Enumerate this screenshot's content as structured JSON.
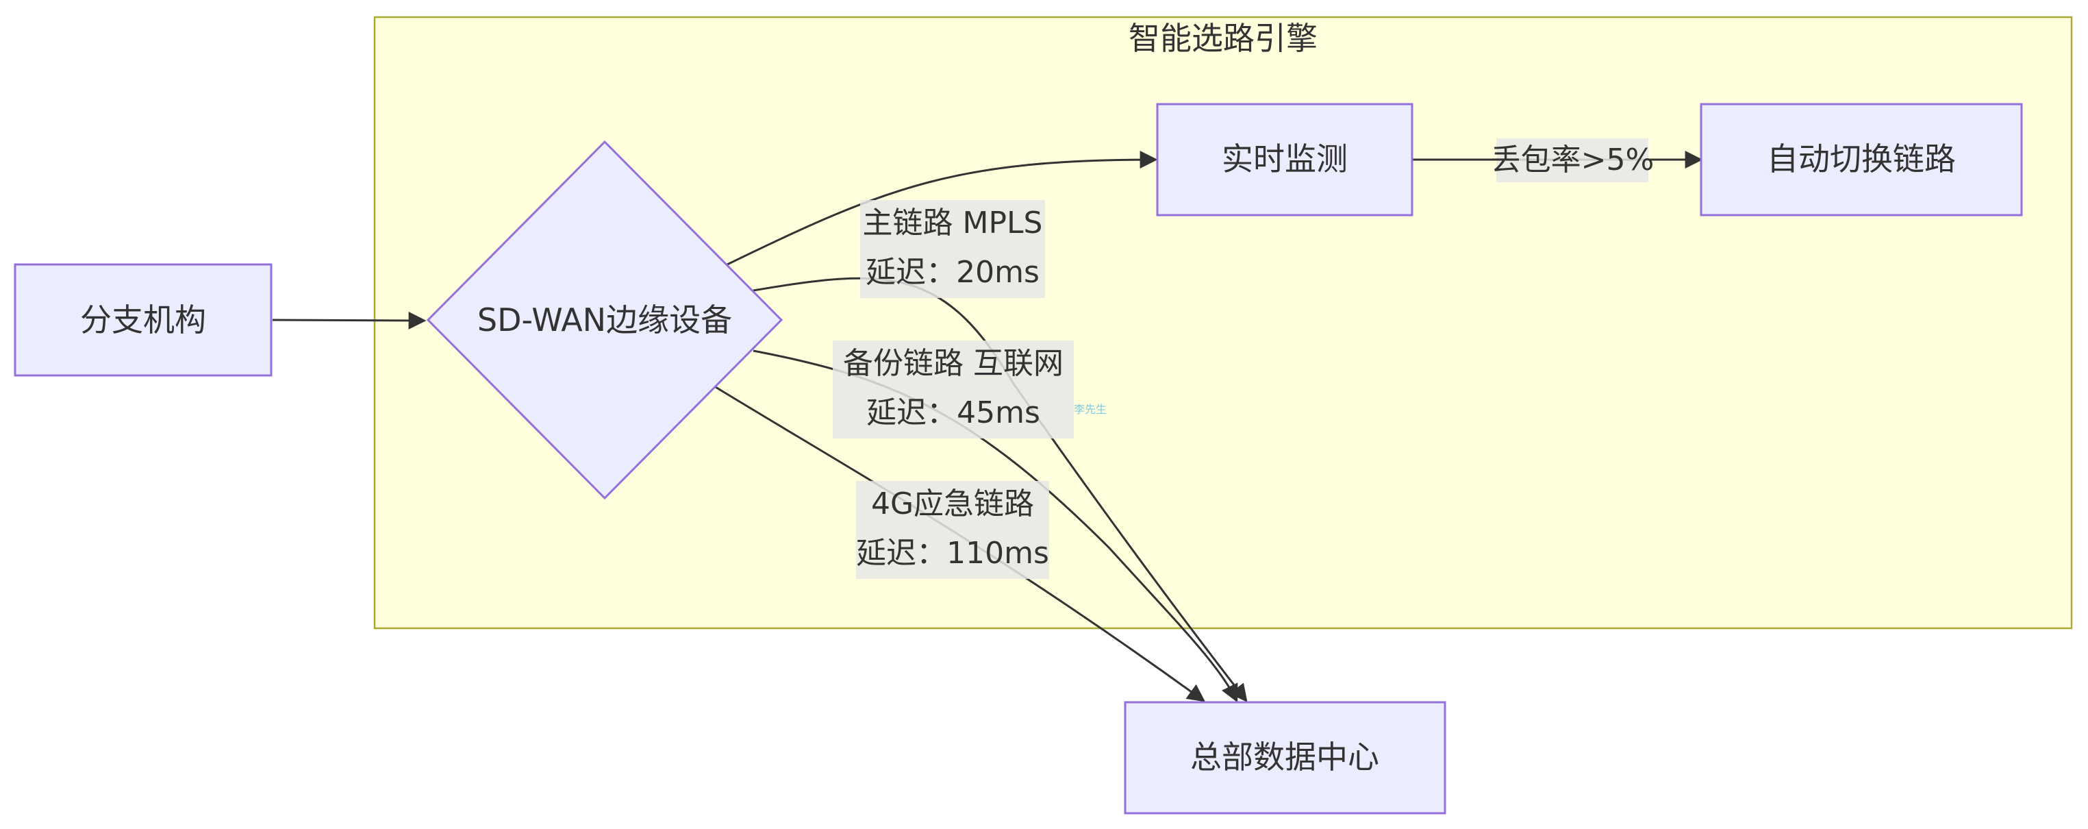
{
  "cluster": {
    "title": "智能选路引擎"
  },
  "nodes": {
    "branch": "分支机构",
    "sdwan": "SD-WAN边缘设备",
    "monitor": "实时监测",
    "switch": "自动切换链路",
    "hq": "总部数据中心"
  },
  "edges": {
    "loss": "丢包率>5%",
    "mpls_line1": "主链路 MPLS",
    "mpls_line2": "延迟：20ms",
    "inet_line1": "备份链路 互联网",
    "inet_line2": "延迟：45ms",
    "lte_line1": "4G应急链路",
    "lte_line2": "延迟：110ms"
  },
  "watermark": "李先生",
  "colors": {
    "node_fill": "#ececff",
    "node_stroke": "#9370db",
    "cluster_fill": "#ffffde",
    "cluster_stroke": "#aaaa33",
    "edge": "#333333"
  }
}
